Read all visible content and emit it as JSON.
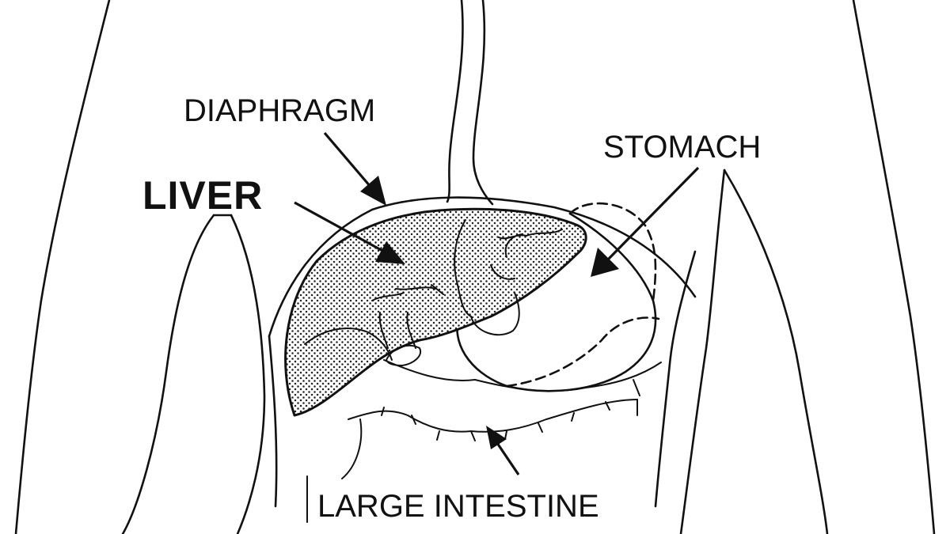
{
  "labels": {
    "diaphragm": "DIAPHRAGM",
    "stomach": "STOMACH",
    "liver": "LIVER",
    "large_intestine": "LARGE INTESTINE"
  },
  "colors": {
    "ink": "#111111",
    "background": "#ffffff"
  }
}
